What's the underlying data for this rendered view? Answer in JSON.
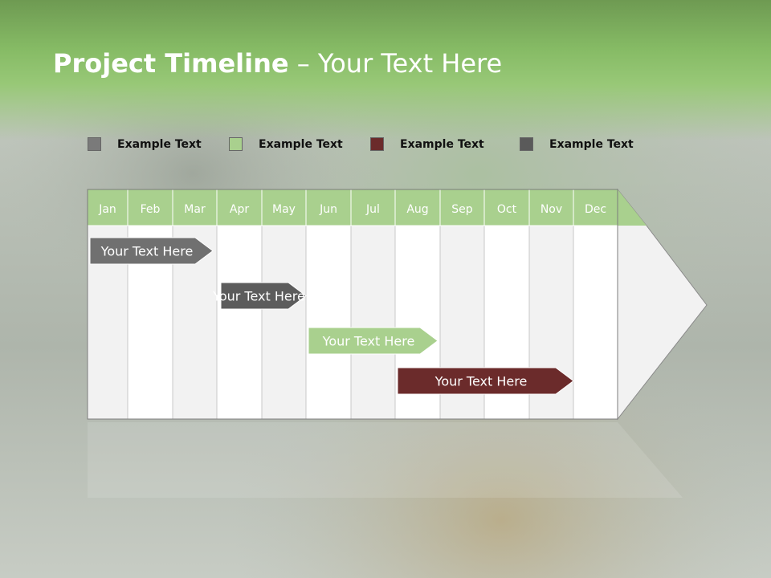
{
  "title": {
    "bold": "Project Timeline",
    "rest": " – Your Text Here"
  },
  "legend": [
    {
      "label": "Example Text",
      "color": "#7a7a7a"
    },
    {
      "label": "Example Text",
      "color": "#a9d08e"
    },
    {
      "label": "Example Text",
      "color": "#6b2b2b"
    },
    {
      "label": "Example Text",
      "color": "#5a5a5a"
    }
  ],
  "colors": {
    "header_green": "#a9d08e",
    "column_light": "#f2f2f2",
    "column_white": "#ffffff"
  },
  "timeline": {
    "months": [
      "Jan",
      "Feb",
      "Mar",
      "Apr",
      "May",
      "Jun",
      "Jul",
      "Aug",
      "Sep",
      "Oct",
      "Nov",
      "Dec"
    ],
    "tasks": [
      {
        "label": "Your  Text Here",
        "start": "Jan",
        "end": "Apr",
        "color": "#707070",
        "text_color": "#ffffff"
      },
      {
        "label": "Your  Text Here",
        "start": "Apr",
        "end": "Jun",
        "color": "#5c5c5c",
        "text_color": "#ffffff"
      },
      {
        "label": "Your  Text Here",
        "start": "Jun",
        "end": "Sep",
        "color": "#a9d08e",
        "text_color": "#ffffff"
      },
      {
        "label": "Your  Text Here",
        "start": "Aug",
        "end": "Dec",
        "color": "#6b2b2b",
        "text_color": "#ffffff"
      }
    ]
  }
}
